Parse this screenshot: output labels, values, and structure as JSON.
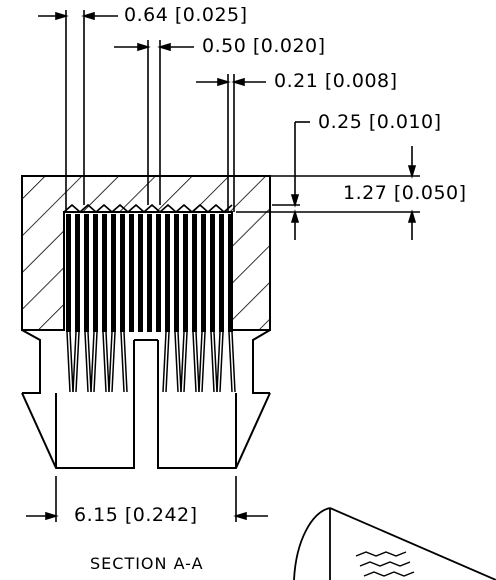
{
  "dimensions": {
    "pitch": "0.64 [0.025]",
    "blade_width": "0.50 [0.020]",
    "gap": "0.21 [0.008]",
    "recess_depth": "0.25 [0.010]",
    "height": "1.27 [0.050]",
    "overall_width": "6.15 [0.242]"
  },
  "caption": "SECTION A-A",
  "colors": {
    "line": "#000000",
    "background": "#ffffff"
  }
}
